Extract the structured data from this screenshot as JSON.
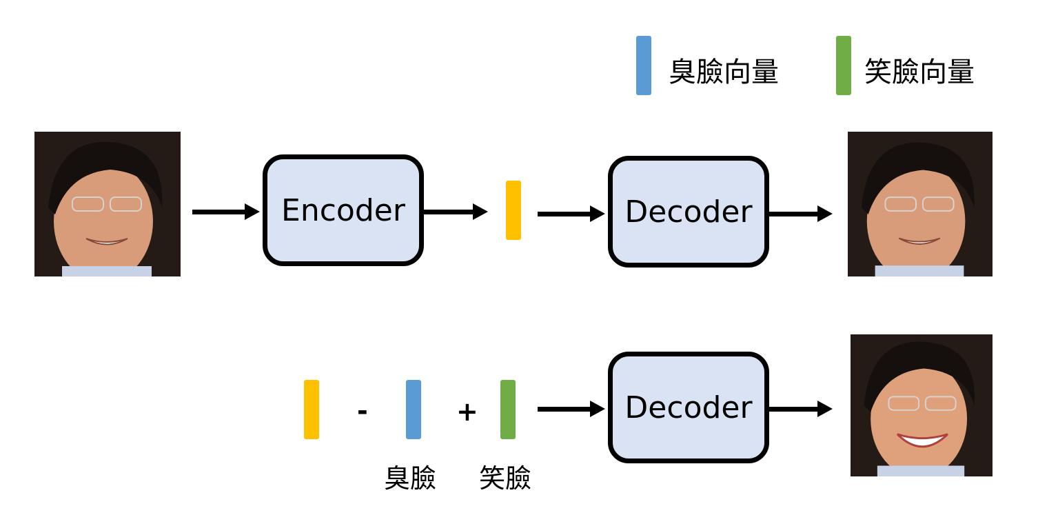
{
  "legend": {
    "items": [
      {
        "label": "臭臉向量",
        "color": "#5b9bd5"
      },
      {
        "label": "笑臉向量",
        "color": "#70ad47"
      }
    ]
  },
  "colors": {
    "latent": "#ffc000",
    "stink_face": "#5b9bd5",
    "smile_face": "#70ad47",
    "box_fill": "#dae3f3",
    "box_border": "#000000"
  },
  "top_row": {
    "input_image": "face-photo",
    "encoder_label": "Encoder",
    "decoder_label": "Decoder",
    "output_image": "reconstructed-face-photo"
  },
  "bottom_row": {
    "minus_op": "-",
    "plus_op": "+",
    "stink_caption": "臭臉",
    "smile_caption": "笑臉",
    "decoder_label": "Decoder",
    "output_image": "big-smile-face-photo"
  }
}
